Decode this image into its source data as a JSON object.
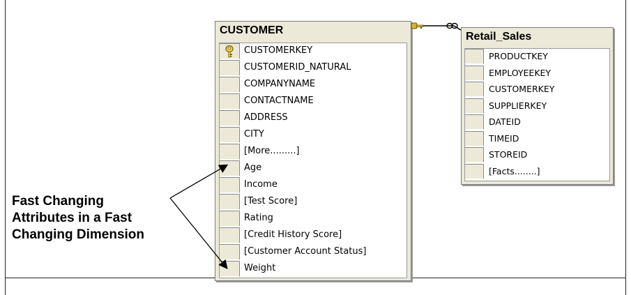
{
  "customer_table": {
    "title": "CUSTOMER",
    "columns": [
      {
        "name": "CUSTOMERKEY",
        "primary_key": true
      },
      {
        "name": "CUSTOMERID_NATURAL"
      },
      {
        "name": "COMPANYNAME"
      },
      {
        "name": "CONTACTNAME"
      },
      {
        "name": "ADDRESS"
      },
      {
        "name": "CITY"
      },
      {
        "name": "[More.........]"
      },
      {
        "name": "Age"
      },
      {
        "name": "Income"
      },
      {
        "name": "[Test Score]"
      },
      {
        "name": "Rating"
      },
      {
        "name": "[Credit History Score]"
      },
      {
        "name": "[Customer Account Status]"
      },
      {
        "name": "Weight"
      }
    ]
  },
  "retail_sales_table": {
    "title": "Retail_Sales",
    "columns": [
      {
        "name": "PRODUCTKEY"
      },
      {
        "name": "EMPLOYEEKEY"
      },
      {
        "name": "CUSTOMERKEY"
      },
      {
        "name": "SUPPLIERKEY"
      },
      {
        "name": "DATEID"
      },
      {
        "name": "TIMEID"
      },
      {
        "name": "STOREID"
      },
      {
        "name": "[Facts........]"
      }
    ]
  },
  "annotation": {
    "lines": [
      "Fast Changing",
      "Attributes in a Fast",
      "Changing Dimension"
    ]
  },
  "relationship": {
    "from": "CUSTOMER",
    "to": "Retail_Sales",
    "one_end_icon": "key-icon",
    "many_end_icon": "infinity-icon"
  }
}
